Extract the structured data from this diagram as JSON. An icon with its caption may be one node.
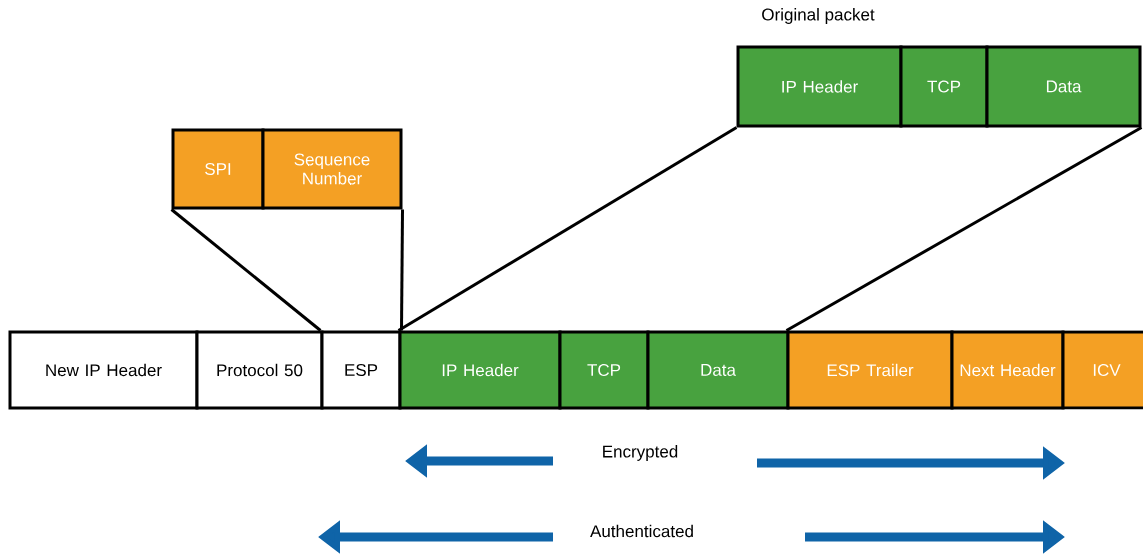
{
  "diagram": {
    "nodes": [
      {
        "text": [
          "SPI"
        ]
      },
      {
        "text": [
          "Sequence Number"
        ]
      },
      {
        "text": [
          "IP Header"
        ]
      },
      {
        "text": [
          "TCP"
        ]
      },
      {
        "text": [
          "Data"
        ]
      },
      {
        "text": [
          "New IP Header"
        ]
      },
      {
        "text": [
          "Protocol 50"
        ]
      },
      {
        "text": [
          "ESP"
        ]
      },
      {
        "text": [
          "IP Header"
        ]
      },
      {
        "text": [
          "TCP"
        ]
      },
      {
        "text": [
          "Data"
        ]
      },
      {
        "text": [
          "ESP Trailer"
        ]
      },
      {
        "text": [
          "Next Header"
        ]
      },
      {
        "text": [
          "ICV"
        ]
      }
    ],
    "edges": [
      {
        "from": 0,
        "to": 7,
        "arrow": "none"
      },
      {
        "from": 1,
        "to": 7,
        "arrow": "none"
      },
      {
        "from": 2,
        "to": 8,
        "arrow": "none"
      },
      {
        "from": 4,
        "to": 11,
        "arrow": "none"
      }
    ],
    "labels": [
      "Original packet",
      "Encrypted",
      "Authenticated"
    ]
  }
}
